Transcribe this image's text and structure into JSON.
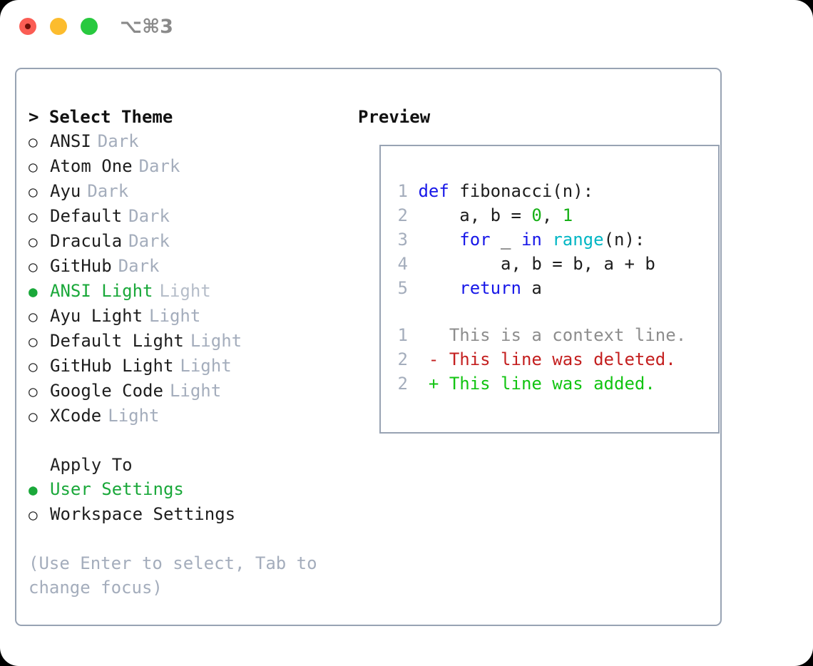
{
  "titlebar": {
    "shortcut": "⌥⌘3",
    "dots": [
      {
        "name": "close",
        "color": "#fb5d54"
      },
      {
        "name": "minimize",
        "color": "#fcbc2e"
      },
      {
        "name": "zoom",
        "color": "#28c93f"
      }
    ]
  },
  "theme_panel": {
    "heading": "> Select Theme",
    "markers": {
      "unselected": "○",
      "selected": "●"
    },
    "options": [
      {
        "name": "ANSI",
        "tag": "Dark",
        "selected": false
      },
      {
        "name": "Atom One",
        "tag": "Dark",
        "selected": false
      },
      {
        "name": "Ayu",
        "tag": "Dark",
        "selected": false
      },
      {
        "name": "Default",
        "tag": "Dark",
        "selected": false
      },
      {
        "name": "Dracula",
        "tag": "Dark",
        "selected": false
      },
      {
        "name": "GitHub",
        "tag": "Dark",
        "selected": false
      },
      {
        "name": "ANSI Light",
        "tag": "Light",
        "selected": true
      },
      {
        "name": "Ayu Light",
        "tag": "Light",
        "selected": false
      },
      {
        "name": "Default Light",
        "tag": "Light",
        "selected": false
      },
      {
        "name": "GitHub Light",
        "tag": "Light",
        "selected": false
      },
      {
        "name": "Google Code",
        "tag": "Light",
        "selected": false
      },
      {
        "name": "XCode",
        "tag": "Light",
        "selected": false
      }
    ]
  },
  "apply_to": {
    "heading": "Apply To",
    "options": [
      {
        "name": "User Settings",
        "selected": true
      },
      {
        "name": "Workspace Settings",
        "selected": false
      }
    ]
  },
  "hint": "(Use Enter to select, Tab to change focus)",
  "preview": {
    "heading": "Preview",
    "code": [
      {
        "num": "1",
        "tokens": [
          {
            "t": "def",
            "c": "kw"
          },
          {
            "t": " fibonacci(n):",
            "c": "txt"
          }
        ]
      },
      {
        "num": "2",
        "tokens": [
          {
            "t": "    a, b = ",
            "c": "txt"
          },
          {
            "t": "0",
            "c": "num"
          },
          {
            "t": ", ",
            "c": "txt"
          },
          {
            "t": "1",
            "c": "num"
          }
        ]
      },
      {
        "num": "3",
        "tokens": [
          {
            "t": "    ",
            "c": "txt"
          },
          {
            "t": "for",
            "c": "kw"
          },
          {
            "t": " _ ",
            "c": "txt"
          },
          {
            "t": "in",
            "c": "kw"
          },
          {
            "t": " ",
            "c": "txt"
          },
          {
            "t": "range",
            "c": "fn"
          },
          {
            "t": "(n):",
            "c": "txt"
          }
        ]
      },
      {
        "num": "4",
        "tokens": [
          {
            "t": "        a, b = b, a + b",
            "c": "txt"
          }
        ]
      },
      {
        "num": "5",
        "tokens": [
          {
            "t": "    ",
            "c": "txt"
          },
          {
            "t": "return",
            "c": "kw"
          },
          {
            "t": " a",
            "c": "txt"
          }
        ]
      }
    ],
    "diff": [
      {
        "num": "1",
        "sign": " ",
        "text": "This is a context line.",
        "kind": "ctx"
      },
      {
        "num": "2",
        "sign": "-",
        "text": "This line was deleted.",
        "kind": "del"
      },
      {
        "num": "2",
        "sign": "+",
        "text": "This line was added.",
        "kind": "add"
      }
    ]
  },
  "colors": {
    "accent_green": "#1aa83a",
    "muted": "#a4adbc",
    "border": "#98a3b3",
    "keyword": "#1717e8",
    "function": "#00b6c4",
    "number": "#17b017",
    "diff_add": "#12c412",
    "diff_del": "#c42020"
  }
}
